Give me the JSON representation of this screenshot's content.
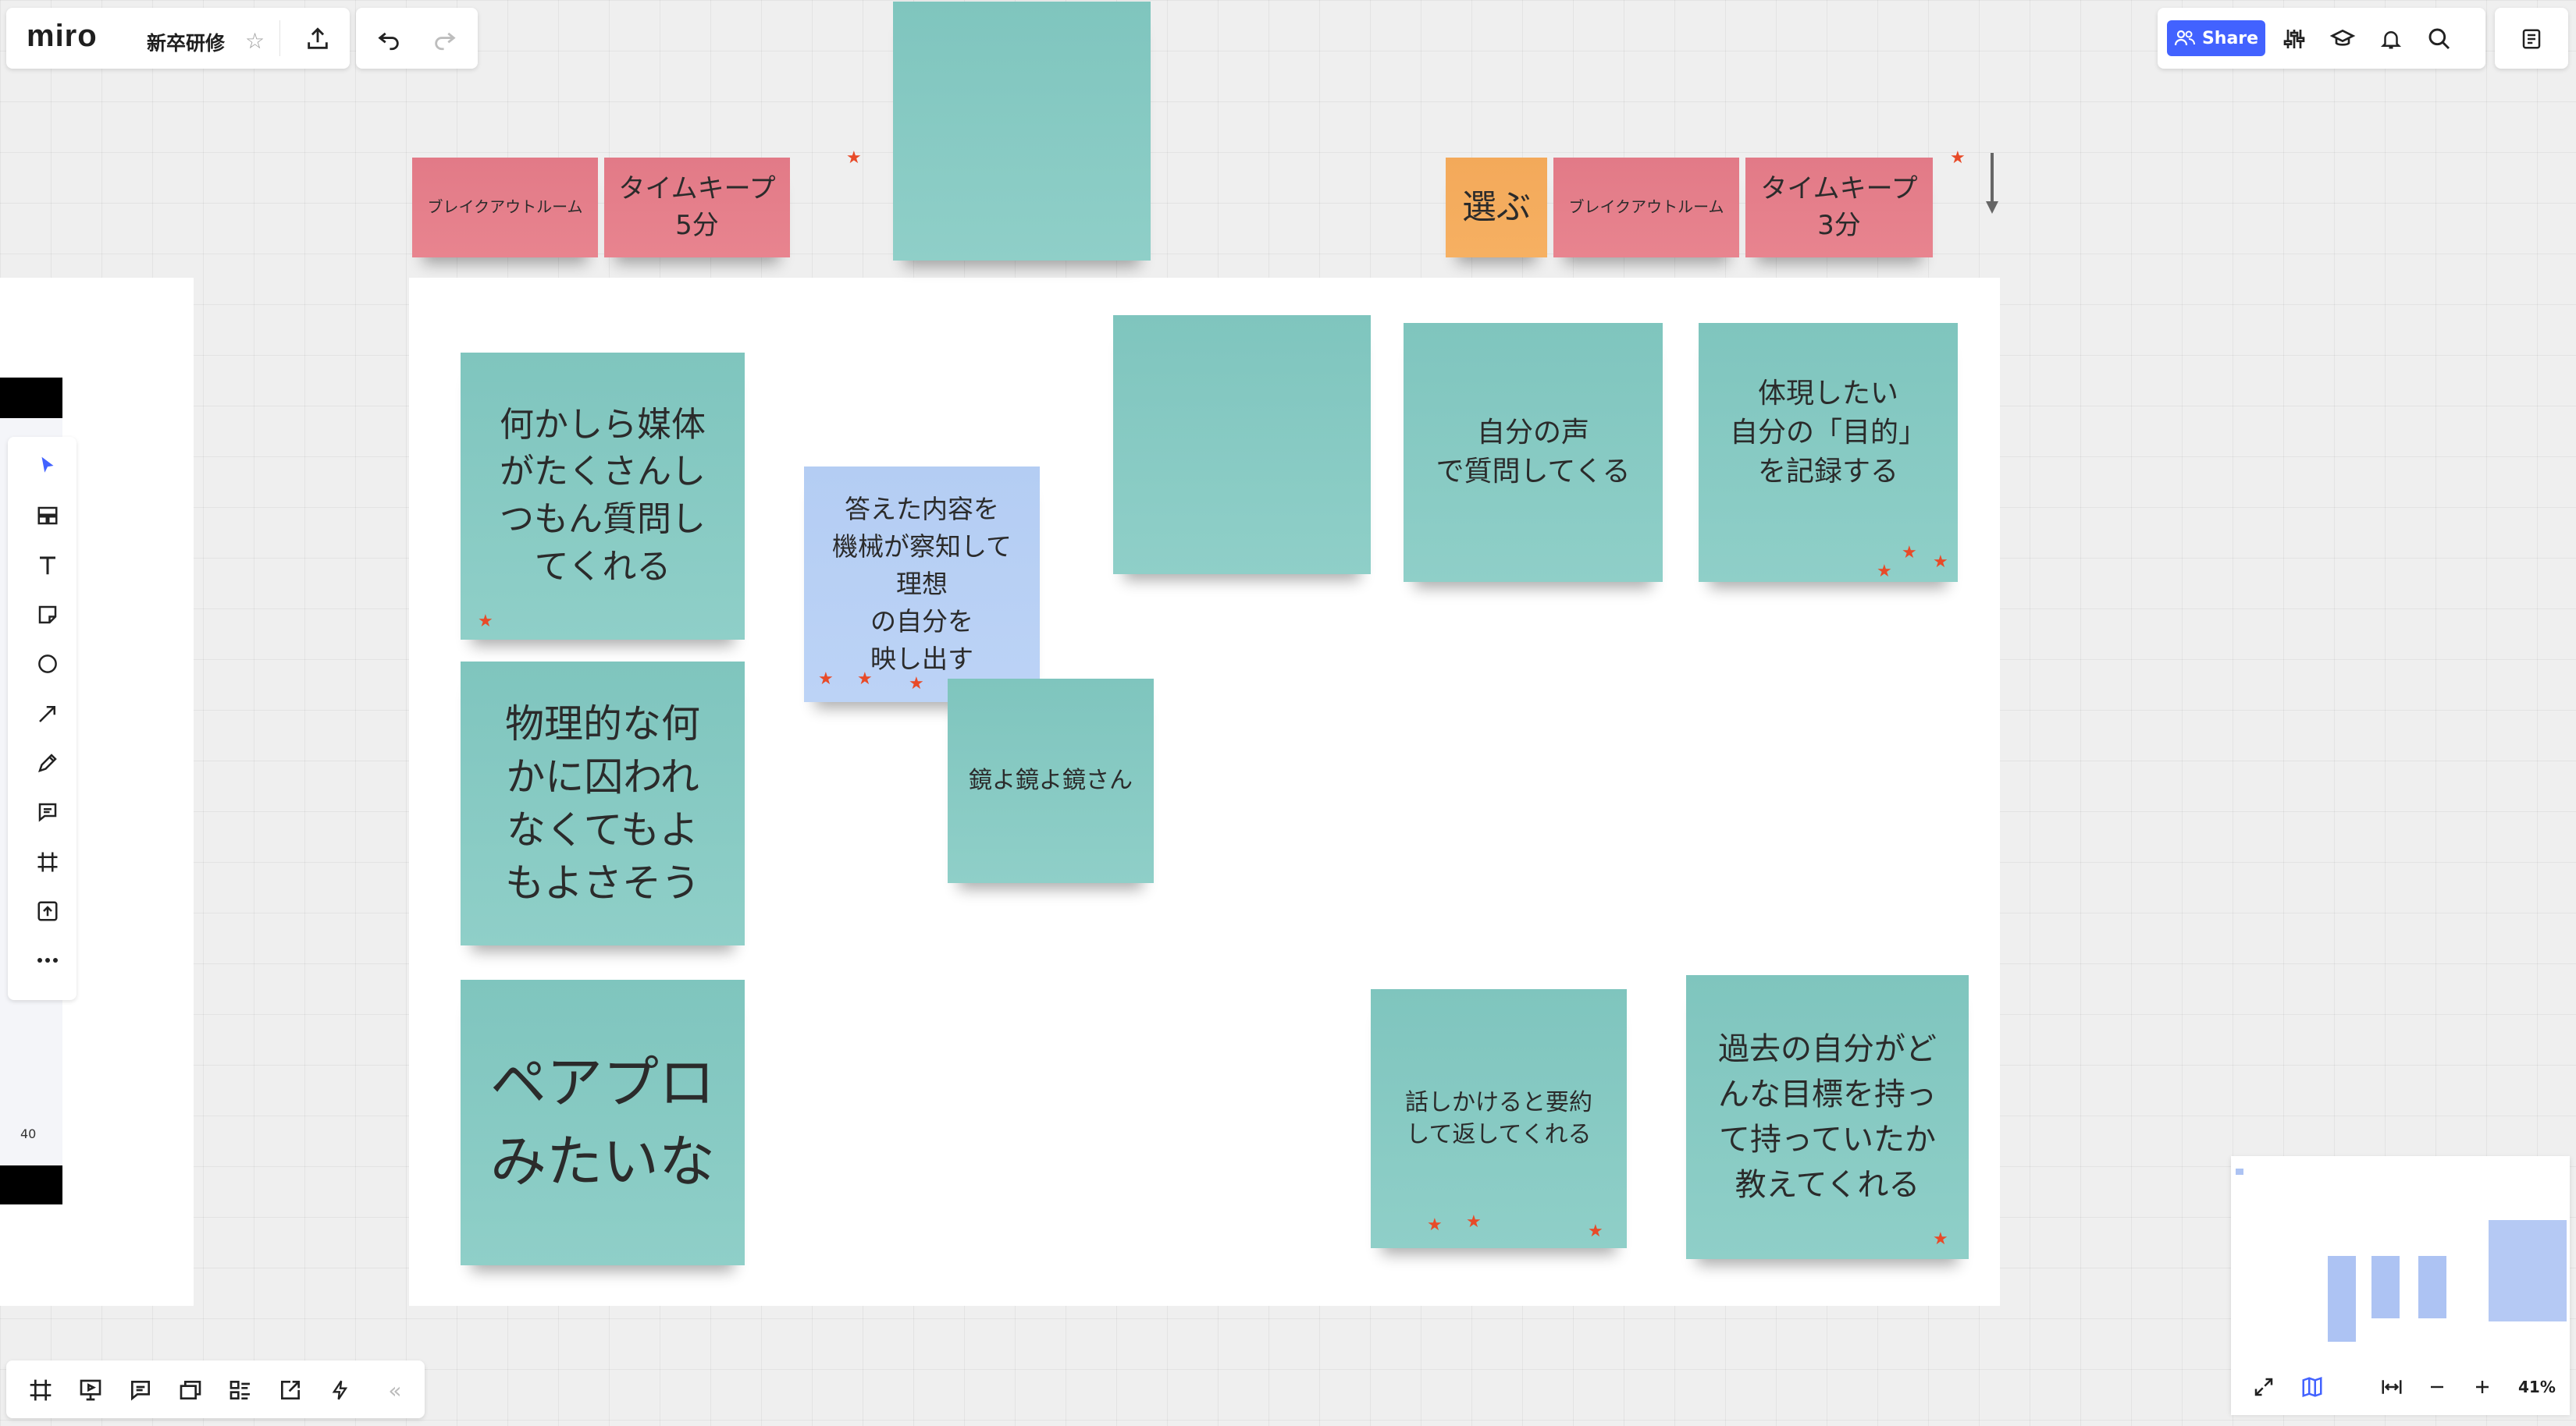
{
  "app": {
    "logo": "miro",
    "board_title": "新卒研修"
  },
  "topbar": {
    "share_label": "Share"
  },
  "left_panel": {
    "counter": "40"
  },
  "zoom": {
    "level": "41%"
  },
  "stickies": [
    {
      "id": "breakout-room-1",
      "text": "ブレイクアウトルーム",
      "color": "pink"
    },
    {
      "id": "timekeep-5",
      "text": "タイムキープ\n5分",
      "color": "pink"
    },
    {
      "id": "blank-top",
      "text": "",
      "color": "teal"
    },
    {
      "id": "choose",
      "text": "選ぶ",
      "color": "orange"
    },
    {
      "id": "breakout-room-2",
      "text": "ブレイクアウトルーム",
      "color": "pink"
    },
    {
      "id": "timekeep-3",
      "text": "タイムキープ\n3分",
      "color": "pink"
    },
    {
      "id": "media-questions",
      "text": "何かしら媒体\nがたくさんし\nつもん質問し\nてくれる",
      "color": "teal"
    },
    {
      "id": "mirror-ideal",
      "text": "答えた内容を\n機械が察知して\n理想\nの自分を\n映し出す",
      "color": "blue"
    },
    {
      "id": "mirror-mirror",
      "text": "鏡よ鏡よ鏡さん",
      "color": "teal"
    },
    {
      "id": "blank-mid",
      "text": "",
      "color": "teal"
    },
    {
      "id": "own-voice",
      "text": "自分の声\nで質問してくる",
      "color": "teal"
    },
    {
      "id": "record-purpose",
      "text": "体現したい\n自分の「目的」\nを記録する",
      "color": "teal"
    },
    {
      "id": "physical",
      "text": "物理的な何\nかに囚われ\nなくてもよ\nもよさそう",
      "color": "teal"
    },
    {
      "id": "pair-pro",
      "text": "ペアプロ\nみたいな",
      "color": "teal"
    },
    {
      "id": "summarize",
      "text": "話しかけると要約\nして返してくれる",
      "color": "teal"
    },
    {
      "id": "past-goals",
      "text": "過去の自分がど\nんな目標を持っ\nて持っていたか\n教えてくれる",
      "color": "teal"
    }
  ],
  "colors": {
    "teal": "#86cac3",
    "blue": "#b8d0f5",
    "pink": "#e47f8b",
    "orange": "#f4ac5e",
    "accent": "#4262ff",
    "star": "#e84a28"
  },
  "icons": {
    "toolbar_left": [
      "select-cursor-icon",
      "templates-icon",
      "text-icon",
      "sticky-note-icon",
      "shape-icon",
      "arrow-line-icon",
      "pen-icon",
      "comment-icon",
      "frame-icon",
      "upload-icon",
      "more-icon"
    ],
    "bottom_bar": [
      "frame-icon",
      "presentation-icon",
      "comment-icon",
      "cards-icon",
      "kanban-icon",
      "share-screen-icon",
      "lightning-icon",
      "collapse-icon"
    ]
  }
}
